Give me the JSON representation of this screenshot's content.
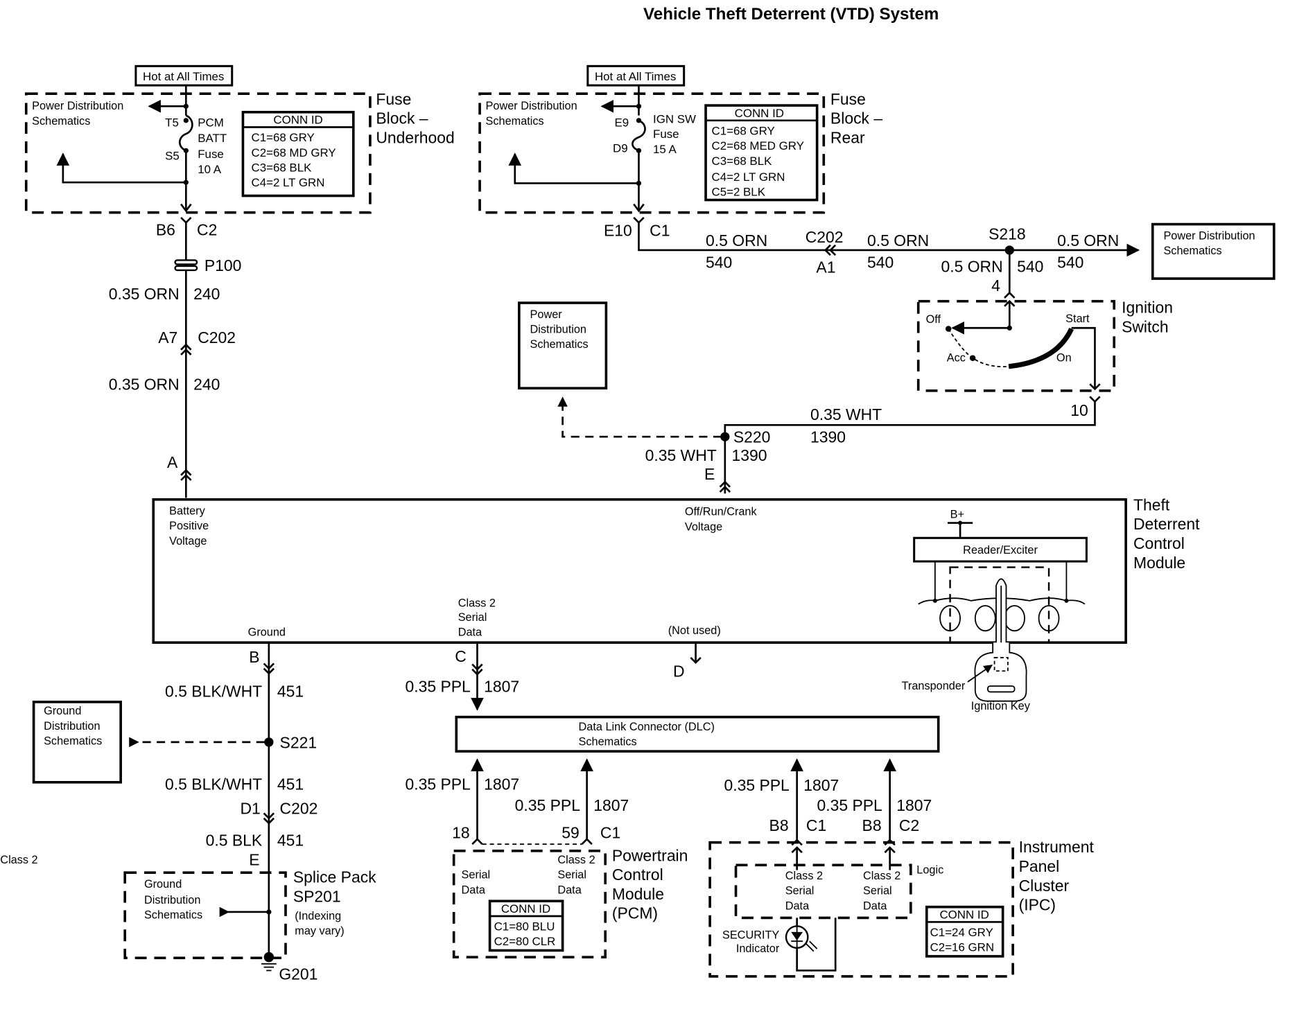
{
  "title": "Vehicle Theft Deterrent (VTD) System",
  "fuse_block_underhood": {
    "hot_label": "Hot at All Times",
    "pds_label": [
      "Power Distribution",
      "Schematics"
    ],
    "pin_top": "T5",
    "pin_bottom": "S5",
    "fuse_label": [
      "PCM",
      "BATT",
      "Fuse",
      "10 A"
    ],
    "conn_id_header": "CONN ID",
    "conn_id": [
      "C1=68 GRY",
      "C2=68 MD GRY",
      "C3=68 BLK",
      "C4=2 LT GRN"
    ],
    "name": [
      "Fuse",
      "Block –",
      "Underhood"
    ]
  },
  "fuse_block_rear": {
    "hot_label": "Hot at All Times",
    "pds_label": [
      "Power Distribution",
      "Schematics"
    ],
    "pin_top": "E9",
    "pin_bottom": "D9",
    "fuse_label": [
      "IGN SW",
      "Fuse",
      "15 A"
    ],
    "conn_id_header": "CONN ID",
    "conn_id": [
      "C1=68 GRY",
      "C2=68 MED GRY",
      "C3=68 BLK",
      "C4=2 LT GRN",
      "C5=2 BLK"
    ],
    "name": [
      "Fuse",
      "Block –",
      "Rear"
    ]
  },
  "left_circuit": {
    "b6": "B6",
    "c2": "C2",
    "p100": "P100",
    "wire1_color": "0.35 ORN",
    "wire1_num": "240",
    "a7": "A7",
    "c202": "C202",
    "wire2_color": "0.35 ORN",
    "wire2_num": "240",
    "pin_a": "A"
  },
  "ign_feed": {
    "e10": "E10",
    "c1": "C1",
    "seg1_color": "0.5 ORN",
    "seg1_num": "540",
    "c202": "C202",
    "a1": "A1",
    "seg2_color": "0.5 ORN",
    "seg2_num": "540",
    "s218": "S218",
    "seg3_color": "0.5 ORN",
    "seg3_num": "540",
    "drop_color": "0.5 ORN",
    "drop_num": "540",
    "pin4": "4",
    "pds_right": [
      "Power Distribution",
      "Schematics"
    ]
  },
  "ignition_switch": {
    "positions": {
      "off": "Off",
      "acc": "Acc",
      "on": "On",
      "start": "Start"
    },
    "name": [
      "Ignition",
      "Switch"
    ],
    "pin10": "10"
  },
  "run_crank": {
    "wire_color": "0.35 WHT",
    "wire_num": "1390",
    "s220": "S220",
    "drop_color": "0.35 WHT",
    "drop_num": "1390",
    "pin_e": "E",
    "pds_mid": [
      "Power",
      "Distribution",
      "Schematics"
    ]
  },
  "tdcm": {
    "name": [
      "Theft",
      "Deterrent",
      "Control",
      "Module"
    ],
    "battery_label": [
      "Battery",
      "Positive",
      "Voltage"
    ],
    "orc_label": [
      "Off/Run/Crank",
      "Voltage"
    ],
    "ground_label": "Ground",
    "serial_label": [
      "Class 2",
      "Serial",
      "Data"
    ],
    "not_used": "(Not used)",
    "b_plus": "B+",
    "reader": "Reader/Exciter",
    "transponder": "Transponder",
    "key": "Ignition Key",
    "pin_b": "B",
    "pin_c": "C",
    "pin_d": "D"
  },
  "ground_circuit": {
    "wire1_color": "0.5 BLK/WHT",
    "wire1_num": "451",
    "s221": "S221",
    "gds": [
      "Ground",
      "Distribution",
      "Schematics"
    ],
    "wire2_color": "0.5 BLK/WHT",
    "wire2_num": "451",
    "d1": "D1",
    "c202": "C202",
    "wire3_color": "0.5 BLK",
    "wire3_num": "451",
    "pin_e": "E",
    "splice_gds": [
      "Ground",
      "Distribution",
      "Schematics"
    ],
    "splice_name": [
      "Splice Pack",
      "SP201"
    ],
    "splice_note": [
      "(Indexing",
      "may vary)"
    ],
    "g201": "G201"
  },
  "dlc": {
    "in_color": "0.35 PPL",
    "in_num": "1807",
    "label": [
      "Data Link Connector (DLC)",
      "Schematics"
    ]
  },
  "pcm": {
    "w1_color": "0.35 PPL",
    "w1_num": "1807",
    "pin1": "18",
    "w2_color": "0.35 PPL",
    "w2_num": "1807",
    "pin2": "59",
    "conn": "C1",
    "serial": [
      "Class 2",
      "Serial",
      "Data"
    ],
    "conn_id_header": "CONN ID",
    "conn_id": [
      "C1=80 BLU",
      "C2=80 CLR"
    ],
    "name": [
      "Powertrain",
      "Control",
      "Module",
      "(PCM)"
    ]
  },
  "ipc": {
    "w1_color": "0.35 PPL",
    "w1_num": "1807",
    "pin1": "B8",
    "conn1": "C1",
    "w2_color": "0.35 PPL",
    "w2_num": "1807",
    "pin2": "B8",
    "conn2": "C2",
    "logic": "Logic",
    "serial": [
      "Class 2",
      "Serial",
      "Data"
    ],
    "security": [
      "SECURITY",
      "Indicator"
    ],
    "conn_id_header": "CONN ID",
    "conn_id": [
      "C1=24 GRY",
      "C2=16 GRN"
    ],
    "name": [
      "Instrument",
      "Panel",
      "Cluster",
      "(IPC)"
    ]
  }
}
